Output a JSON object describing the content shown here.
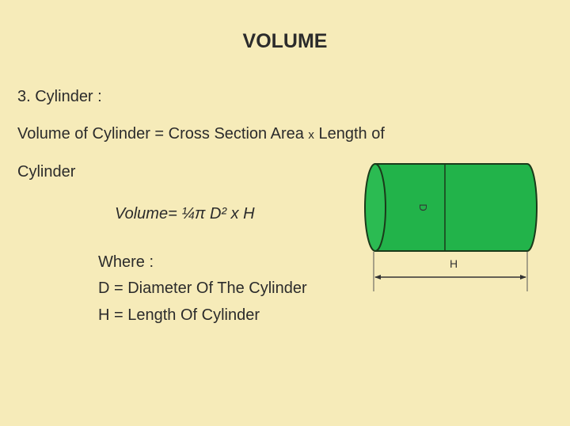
{
  "title": "VOLUME",
  "section": "3. Cylinder :",
  "definition_part1": "Volume of Cylinder = Cross Section Area",
  "definition_times": "x",
  "definition_part2": "Length  of",
  "definition_line2": "Cylinder",
  "formula": "Volume= ¼π D² x H",
  "where_label": "Where :",
  "d_definition": "D = Diameter Of The Cylinder",
  "h_definition": "H = Length  Of Cylinder",
  "diagram": {
    "d_label": "D",
    "h_label": "H",
    "fill_color": "#22b34a",
    "stroke_color": "#1a3a1a"
  }
}
